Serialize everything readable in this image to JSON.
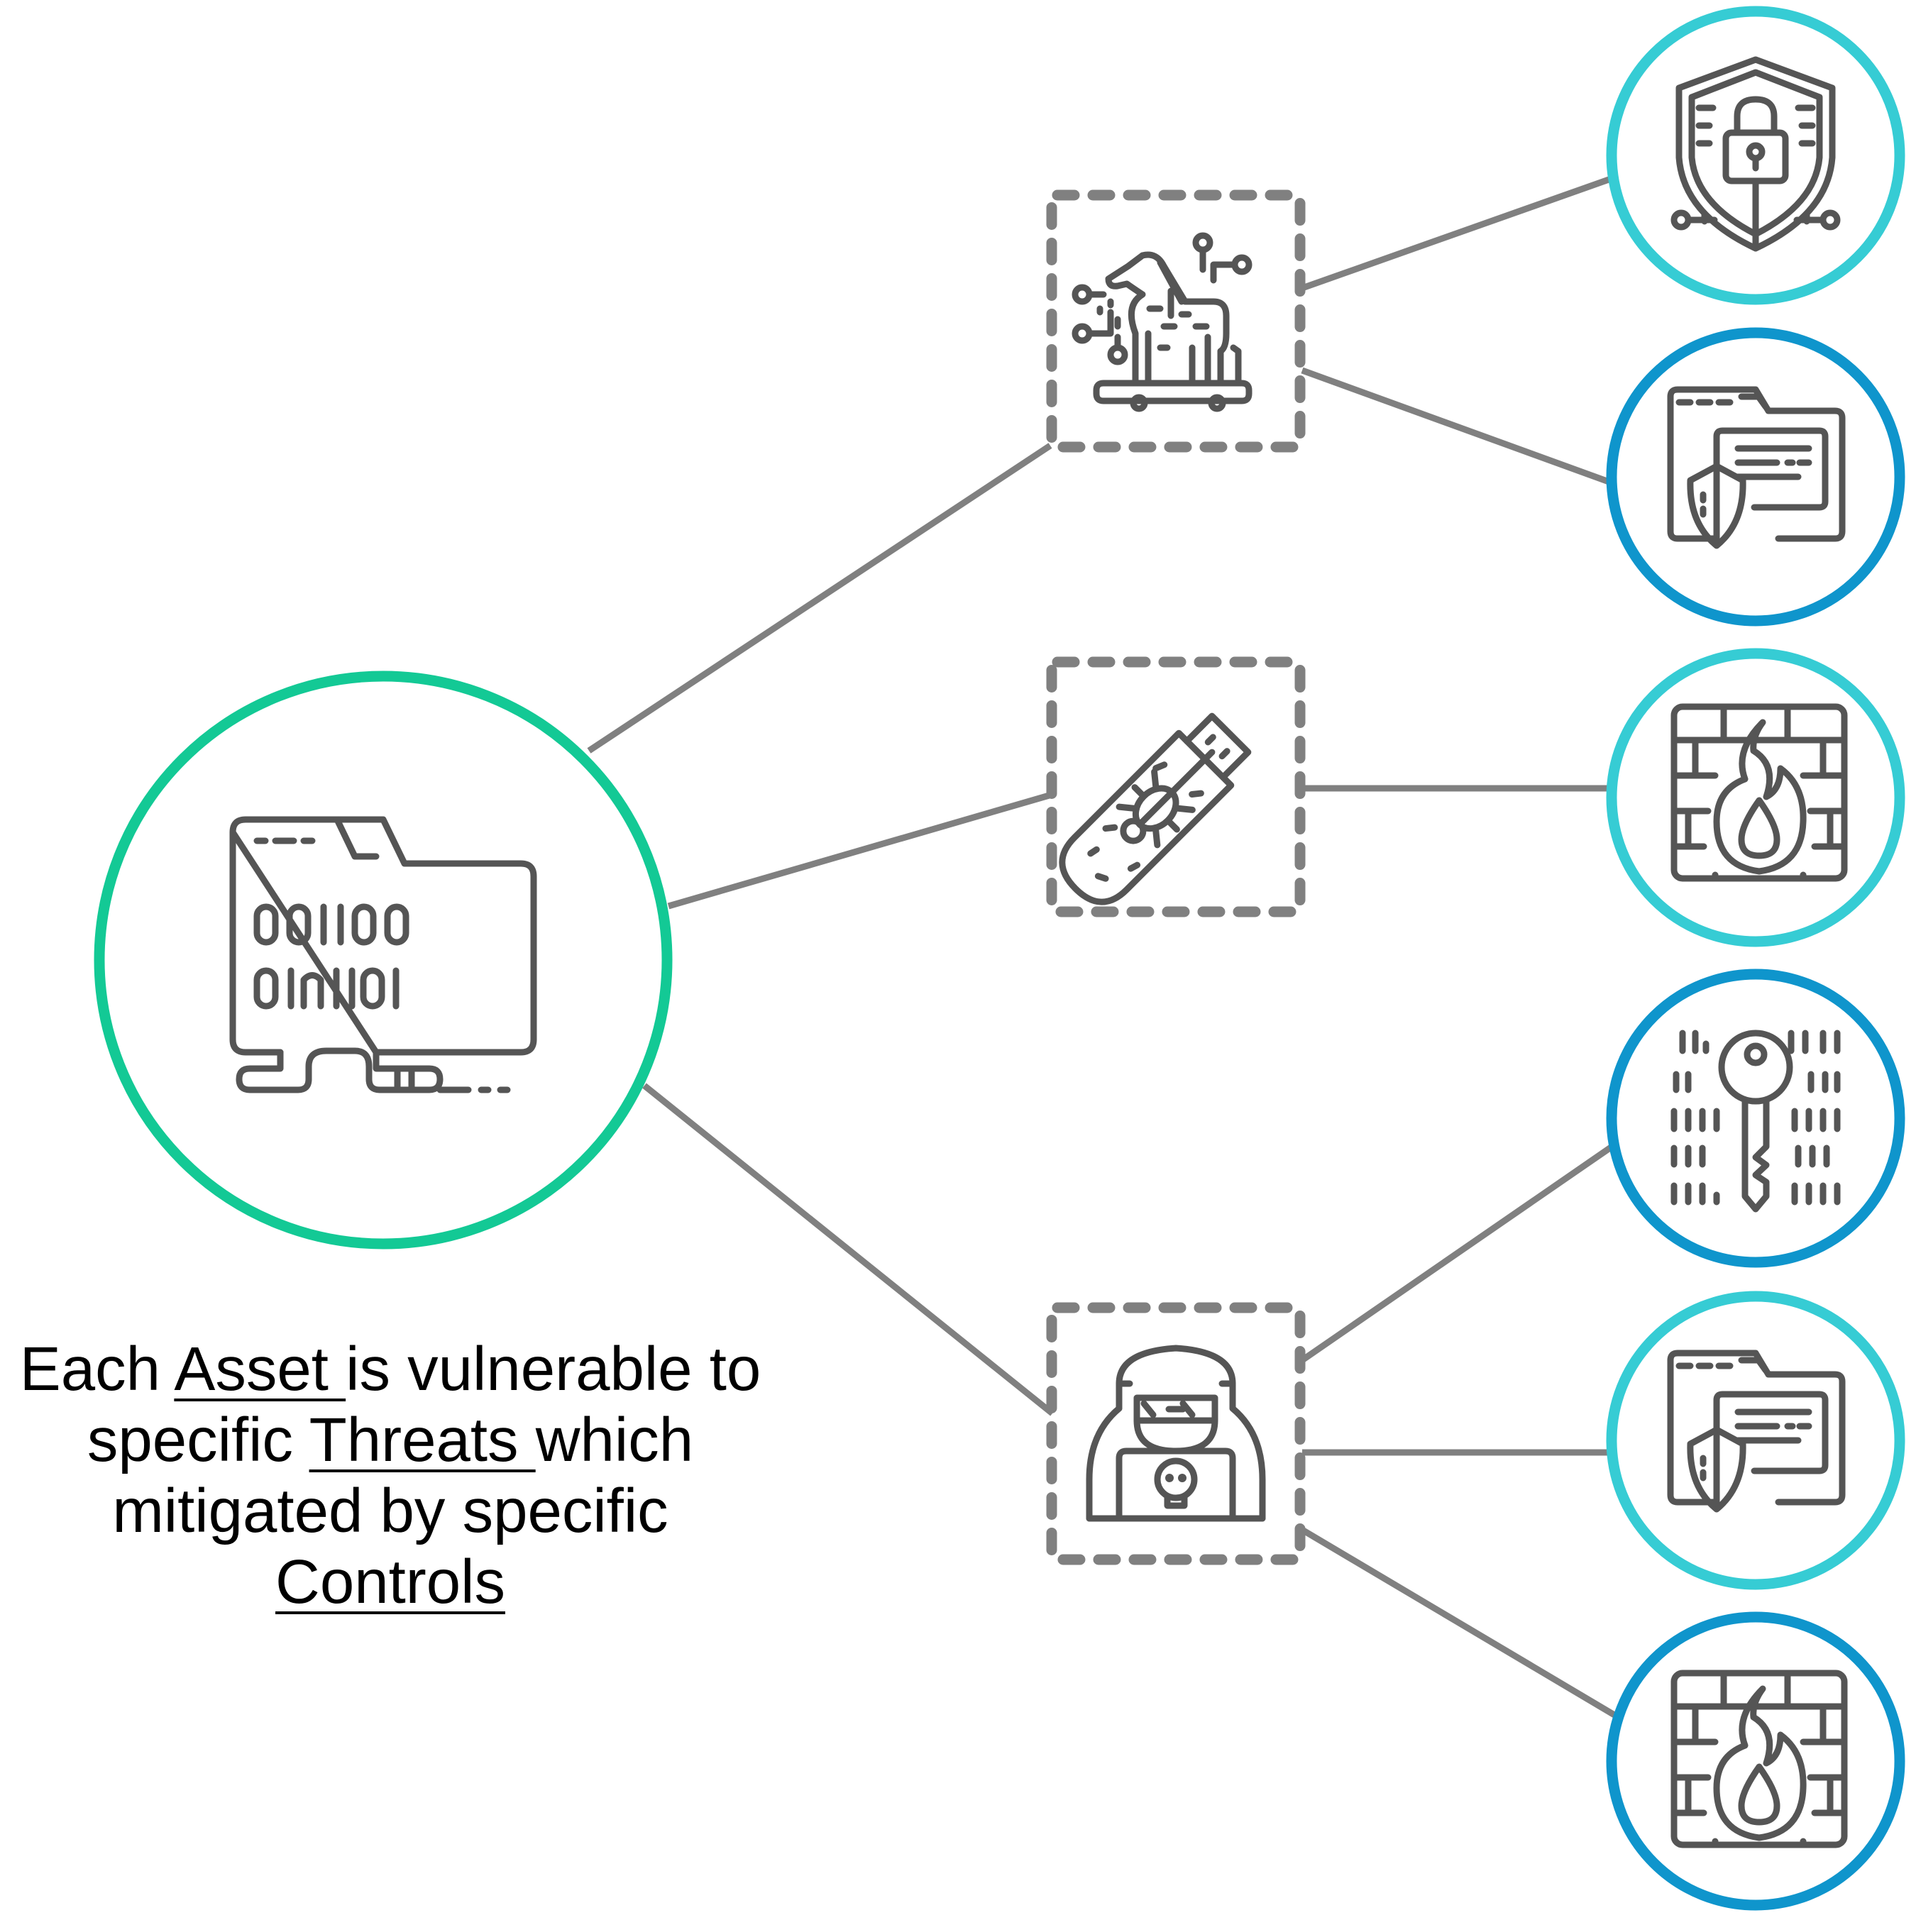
{
  "colors": {
    "asset_ring": "#13C995",
    "control_light": "#36CCD4",
    "control_dark": "#0F95CC",
    "threat_border": "#808080",
    "connector": "#808080",
    "icon_stroke": "#555555",
    "text": "#000000"
  },
  "diagram": {
    "asset": {
      "icon": "data-folder-network-icon"
    },
    "threats": [
      {
        "icon": "trojan-horse-icon"
      },
      {
        "icon": "infected-usb-icon"
      },
      {
        "icon": "hacker-icon"
      }
    ],
    "controls": [
      {
        "icon": "shield-lock-icon",
        "ring": "light"
      },
      {
        "icon": "protected-folder-icon",
        "ring": "dark"
      },
      {
        "icon": "firewall-icon",
        "ring": "light"
      },
      {
        "icon": "encryption-key-icon",
        "ring": "dark"
      },
      {
        "icon": "protected-folder-icon",
        "ring": "light"
      },
      {
        "icon": "firewall-icon",
        "ring": "dark"
      }
    ]
  },
  "caption": {
    "part1": "Each ",
    "asset": "Asset ",
    "part2": "is vulnerable to specific ",
    "threats": "Threats ",
    "part3": "which mitigated by specific ",
    "controls": "Controls"
  }
}
